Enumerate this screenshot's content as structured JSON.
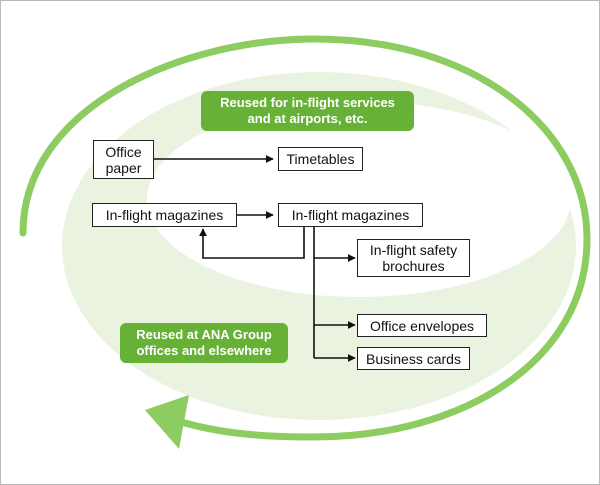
{
  "colors": {
    "ring": "#8ccc60",
    "oval_fill": "#eaf3e0",
    "label_fill": "#67b136",
    "line": "#111111",
    "box_border": "#222222"
  },
  "labels": {
    "inflight_services": "Reused for in-flight services\nand at airports, etc.",
    "ana_group": "Reused at ANA Group\noffices and elsewhere"
  },
  "nodes": {
    "office_paper": "Office\npaper",
    "timetables": "Timetables",
    "inflight_magazines_source": "In-flight magazines",
    "inflight_magazines_target": "In-flight magazines",
    "safety_brochures": "In-flight safety\nbrochures",
    "office_envelopes": "Office envelopes",
    "business_cards": "Business cards"
  }
}
